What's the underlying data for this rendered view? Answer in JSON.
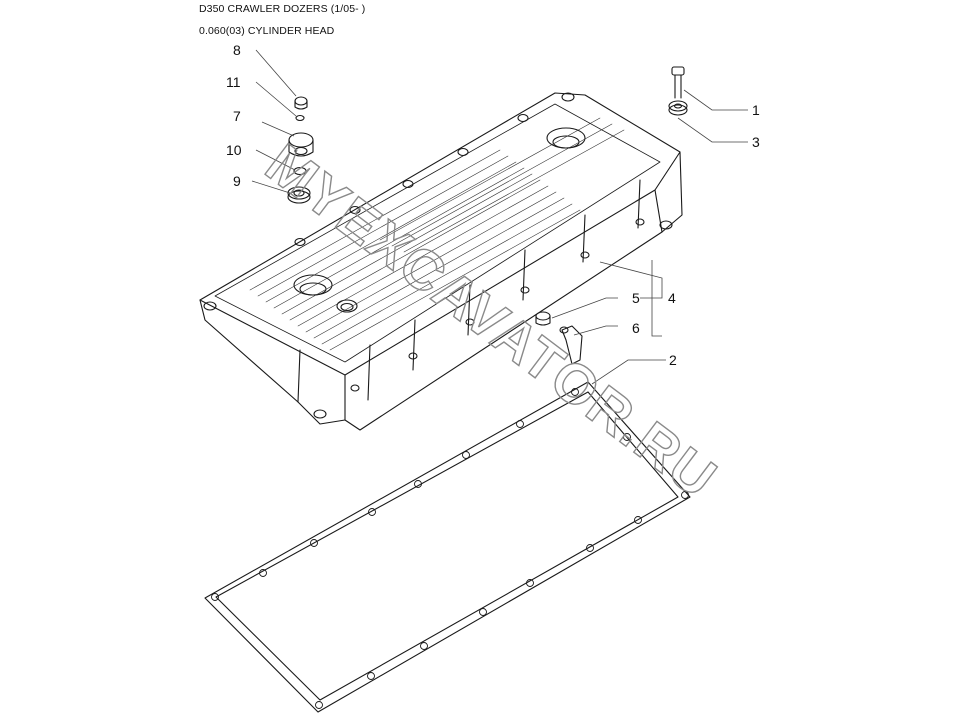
{
  "header": {
    "model": "D350 CRAWLER DOZERS (1/05- )",
    "section": "0.060(03) CYLINDER HEAD"
  },
  "callouts": [
    "1",
    "2",
    "3",
    "4",
    "5",
    "6",
    "7",
    "8",
    "9",
    "10",
    "11"
  ],
  "watermark": "MYEXCAVATOR.RU",
  "colors": {
    "line": "#1a1a1a",
    "leader": "#444444",
    "watermark": "#8a8a8a"
  }
}
